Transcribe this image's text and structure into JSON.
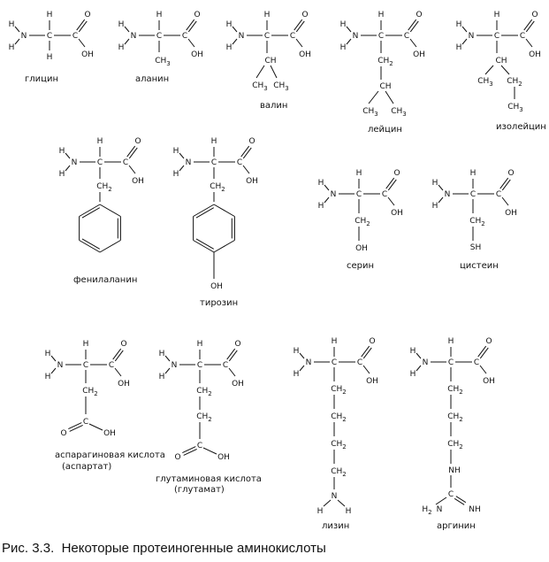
{
  "caption": {
    "label": "Рис. 3.3.",
    "text": "Некоторые протеиногенные аминокислоты"
  },
  "labels": {
    "gly": "глицин",
    "ala": "аланин",
    "val": "валин",
    "leu": "лейцин",
    "ile": "изолейцин",
    "phe": "фенилаланин",
    "tyr": "тирозин",
    "ser": "серин",
    "cys": "цистеин",
    "asp1": "аспарагиновая кислота",
    "asp2": "(аспартат)",
    "glu1": "глутаминовая кислота",
    "glu2": "(глутамат)",
    "lys": "лизин",
    "arg": "аргинин"
  },
  "atoms": {
    "H": "H",
    "N": "N",
    "C": "C",
    "O": "O",
    "OH": "OH",
    "CH": "CH",
    "CH2": "CH",
    "CH3": "CH",
    "sub2": "2",
    "sub3": "3",
    "SH": "SH",
    "H2N": "H",
    "NH": "NH"
  }
}
